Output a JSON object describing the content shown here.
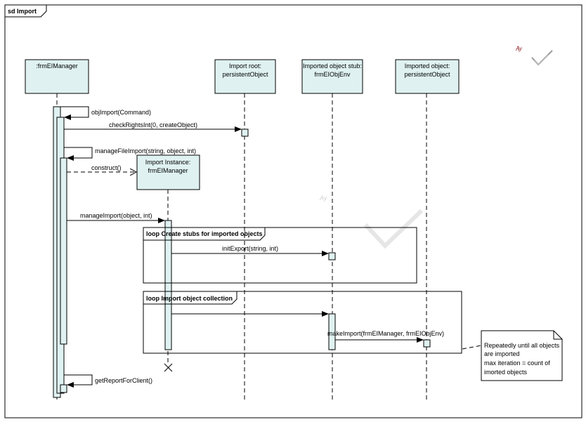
{
  "frame": {
    "label": "sd Import"
  },
  "lifelines": [
    {
      "id": "frm-ei-manager",
      "lines": [
        ":frmEIManager"
      ]
    },
    {
      "id": "import-root",
      "lines": [
        "Import root:",
        "persistentObject"
      ]
    },
    {
      "id": "imported-object-stub",
      "lines": [
        "Imported object stub:",
        "frmEIObjEnv"
      ]
    },
    {
      "id": "imported-object",
      "lines": [
        "Imported object:",
        "persistentObject"
      ]
    },
    {
      "id": "import-instance",
      "lines": [
        "Import Instance:",
        "frmEIManager"
      ]
    }
  ],
  "messages": {
    "obj_import": "objImport(Command)",
    "check_rights": "checkRightsInt(0, createObject)",
    "manage_file_import": "manageFileImport(string, object, int)",
    "construct": "construct()",
    "manage_import": "manageImport(object, int)",
    "init_export": "initExport(string, int)",
    "make_import": "makeImport(frmEIManager, frmEIObjEnv)",
    "get_report": "getReportForClient()"
  },
  "fragments": [
    {
      "label": "loop Create stubs for imported objects"
    },
    {
      "label": "loop Import object collection"
    }
  ],
  "note": {
    "lines": [
      "Repeatedly until all objects",
      "are imported",
      "max iteration = count of",
      "imorted objects"
    ]
  },
  "logo": {
    "text": "Ay",
    "color": "#8a0f15"
  }
}
